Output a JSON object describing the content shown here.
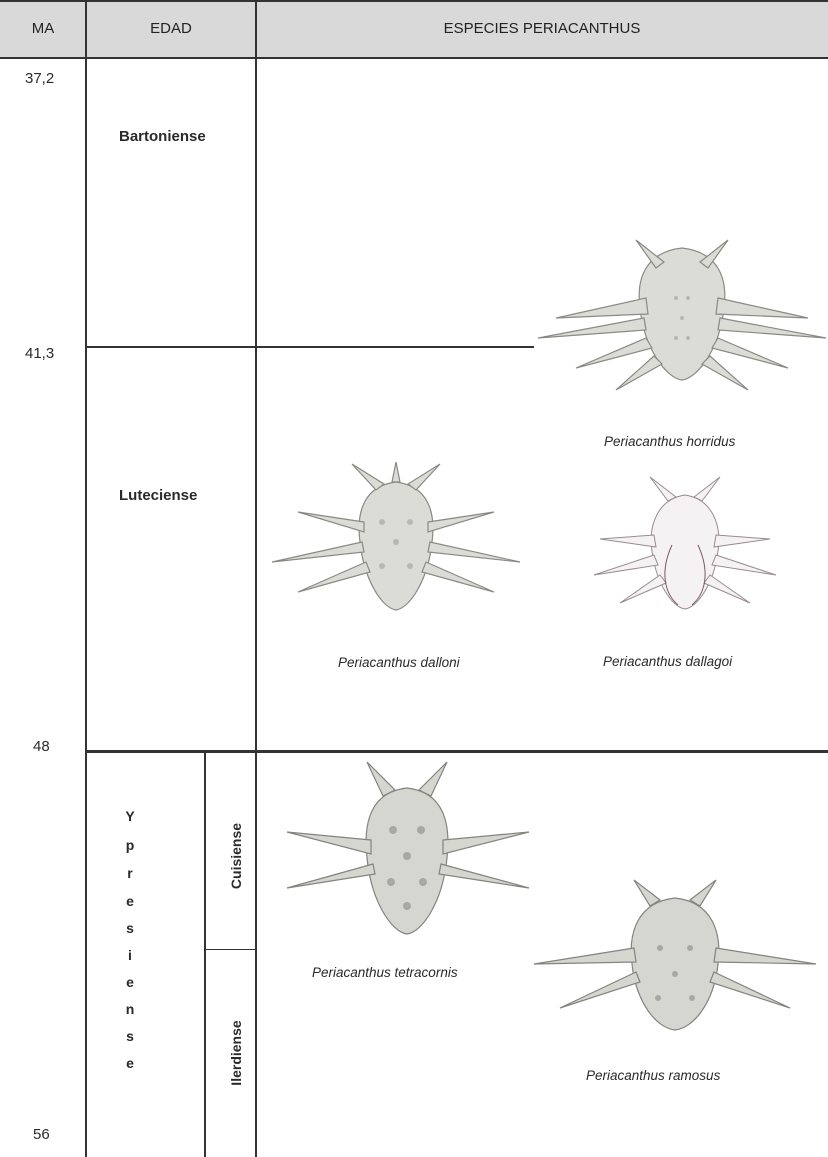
{
  "header": {
    "ma": "MA",
    "edad": "EDAD",
    "especies": "ESPECIES PERIACANTHUS"
  },
  "ma_values": [
    "37,2",
    "41,3",
    "48",
    "56"
  ],
  "ages": {
    "bartoniense": "Bartoniense",
    "luteciense": "Luteciense",
    "ypresiense_letters": [
      "Y",
      "p",
      "r",
      "e",
      "s",
      "i",
      "e",
      "n",
      "s",
      "e"
    ],
    "cuisiense": "Cuisiense",
    "ilerdiense": "Ilerdiense"
  },
  "species": {
    "horridus": "Periacanthus horridus",
    "dalloni": "Periacanthus dalloni",
    "dallagoi": "Periacanthus dallagoi",
    "tetracornis": "Periacanthus tetracornis",
    "ramosus": "Periacanthus ramosus"
  },
  "colors": {
    "header_bg": "#d9d9d9",
    "line": "#333333",
    "fossil_fill": "#dcdcd6",
    "fossil_stroke": "#8a8a84"
  }
}
